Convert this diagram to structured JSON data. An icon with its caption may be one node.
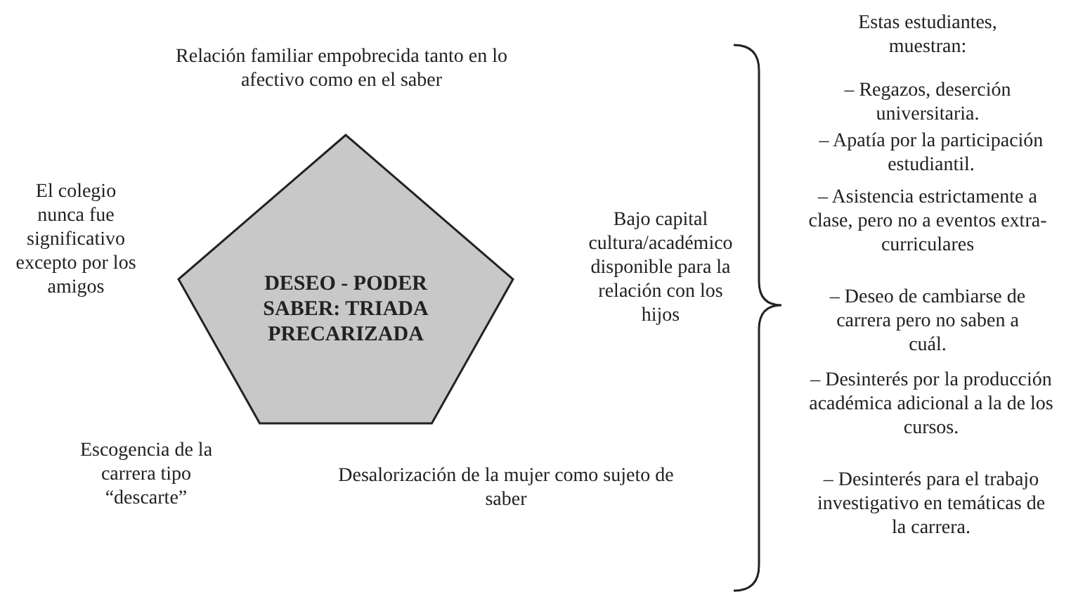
{
  "diagram": {
    "nodes": [
      {
        "text": [
          "DESEO - PODER SABER: TRIADA PRECARIZADA"
        ]
      }
    ],
    "labels": [
      "Relación familiar empobrecida tanto en lo afectivo como en el saber",
      "El colegio nunca fue significativo excepto por los amigos",
      "Bajo capital cultura/académico disponible para la relación con los hijos",
      "Escogencia de la carrera tipo “descarte”",
      "Desalorización de la mujer como sujeto de saber",
      "Estas estudiantes, muestran:",
      "– Regazos, deserción universitaria.",
      "– Apatía por la participación estudiantil.",
      "– Asistencia estrictamente a clase, pero no a eventos extra-curriculares",
      "– Deseo de cambiarse de carrera pero no saben a cuál.",
      "– Desinterés por la producción académica adicional a la de los cursos.",
      "– Desinterés para el trabajo investigativo en temáticas de la carrera."
    ]
  }
}
